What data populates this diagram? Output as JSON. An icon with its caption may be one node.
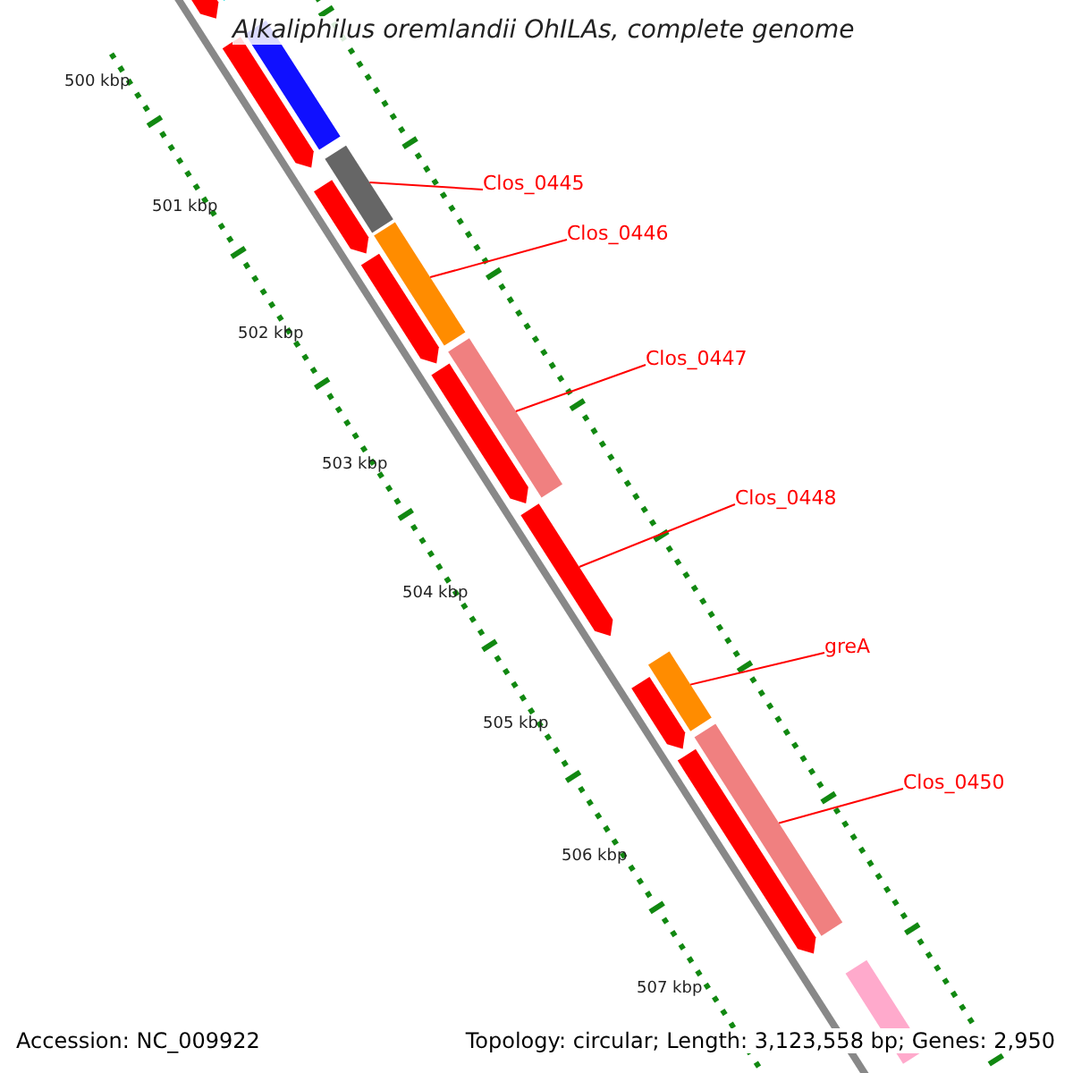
{
  "diagram": {
    "title": "Alkaliphilus oremlandii OhILAs, complete genome",
    "nodes": [
      {
        "text": [
          "Clos_0445"
        ]
      },
      {
        "text": [
          "Clos_0446"
        ]
      },
      {
        "text": [
          "Clos_0447"
        ]
      },
      {
        "text": [
          "Clos_0448"
        ]
      },
      {
        "text": [
          "greA"
        ]
      },
      {
        "text": [
          "Clos_0450"
        ]
      },
      {
        "text": [],
        "shape": "pentagon"
      },
      {
        "text": [],
        "shape": "bar"
      },
      {
        "text": [],
        "shape": "pentagon"
      },
      {
        "text": [],
        "shape": "bar"
      },
      {
        "text": [],
        "shape": "bar"
      },
      {
        "text": [],
        "shape": "pentagon"
      },
      {
        "text": [],
        "shape": "bar"
      },
      {
        "text": [],
        "shape": "pentagon"
      },
      {
        "text": [],
        "shape": "bar"
      },
      {
        "text": [],
        "shape": "pentagon"
      },
      {
        "text": [],
        "shape": "pentagon"
      },
      {
        "text": [],
        "shape": "bar"
      },
      {
        "text": [],
        "shape": "pentagon"
      },
      {
        "text": [],
        "shape": "bar"
      },
      {
        "text": [],
        "shape": "pentagon"
      },
      {
        "text": [],
        "shape": "bar"
      }
    ],
    "edges": [
      {
        "from": 0,
        "to": 10,
        "arrow": "none"
      },
      {
        "from": 1,
        "to": 12,
        "arrow": "none"
      },
      {
        "from": 2,
        "to": 14,
        "arrow": "none"
      },
      {
        "from": 3,
        "to": 16,
        "arrow": "none"
      },
      {
        "from": 4,
        "to": 17,
        "arrow": "none"
      },
      {
        "from": 5,
        "to": 19,
        "arrow": "none"
      }
    ],
    "labels": [
      "500 kbp",
      "501 kbp",
      "502 kbp",
      "503 kbp",
      "504 kbp",
      "505 kbp",
      "506 kbp",
      "507 kbp",
      "Accession: NC_009922",
      "Topology: circular; Length: 3,123,558 bp; Genes: 2,950"
    ]
  }
}
